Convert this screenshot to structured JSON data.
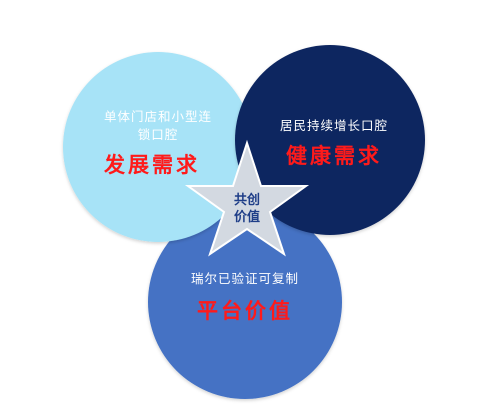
{
  "colors": {
    "left_circle": "#a7e3f7",
    "right_circle": "#0f2660",
    "bottom_circle": "#4472c4",
    "star_fill": "#d3d9e1",
    "star_stroke": "#ffffff",
    "accent_red": "#ff1a1a",
    "label_white": "#ffffff",
    "star_text": "#1f3e88"
  },
  "left_circle": {
    "subtitle_line1": "单体门店和小型连",
    "subtitle_line2": "锁口腔",
    "title": "发展需求"
  },
  "right_circle": {
    "subtitle": "居民持续增长口腔",
    "title": "健康需求"
  },
  "bottom_circle": {
    "subtitle": "瑞尔已验证可复制",
    "title": "平台价值"
  },
  "star": {
    "line1": "共创",
    "line2": "价值"
  }
}
